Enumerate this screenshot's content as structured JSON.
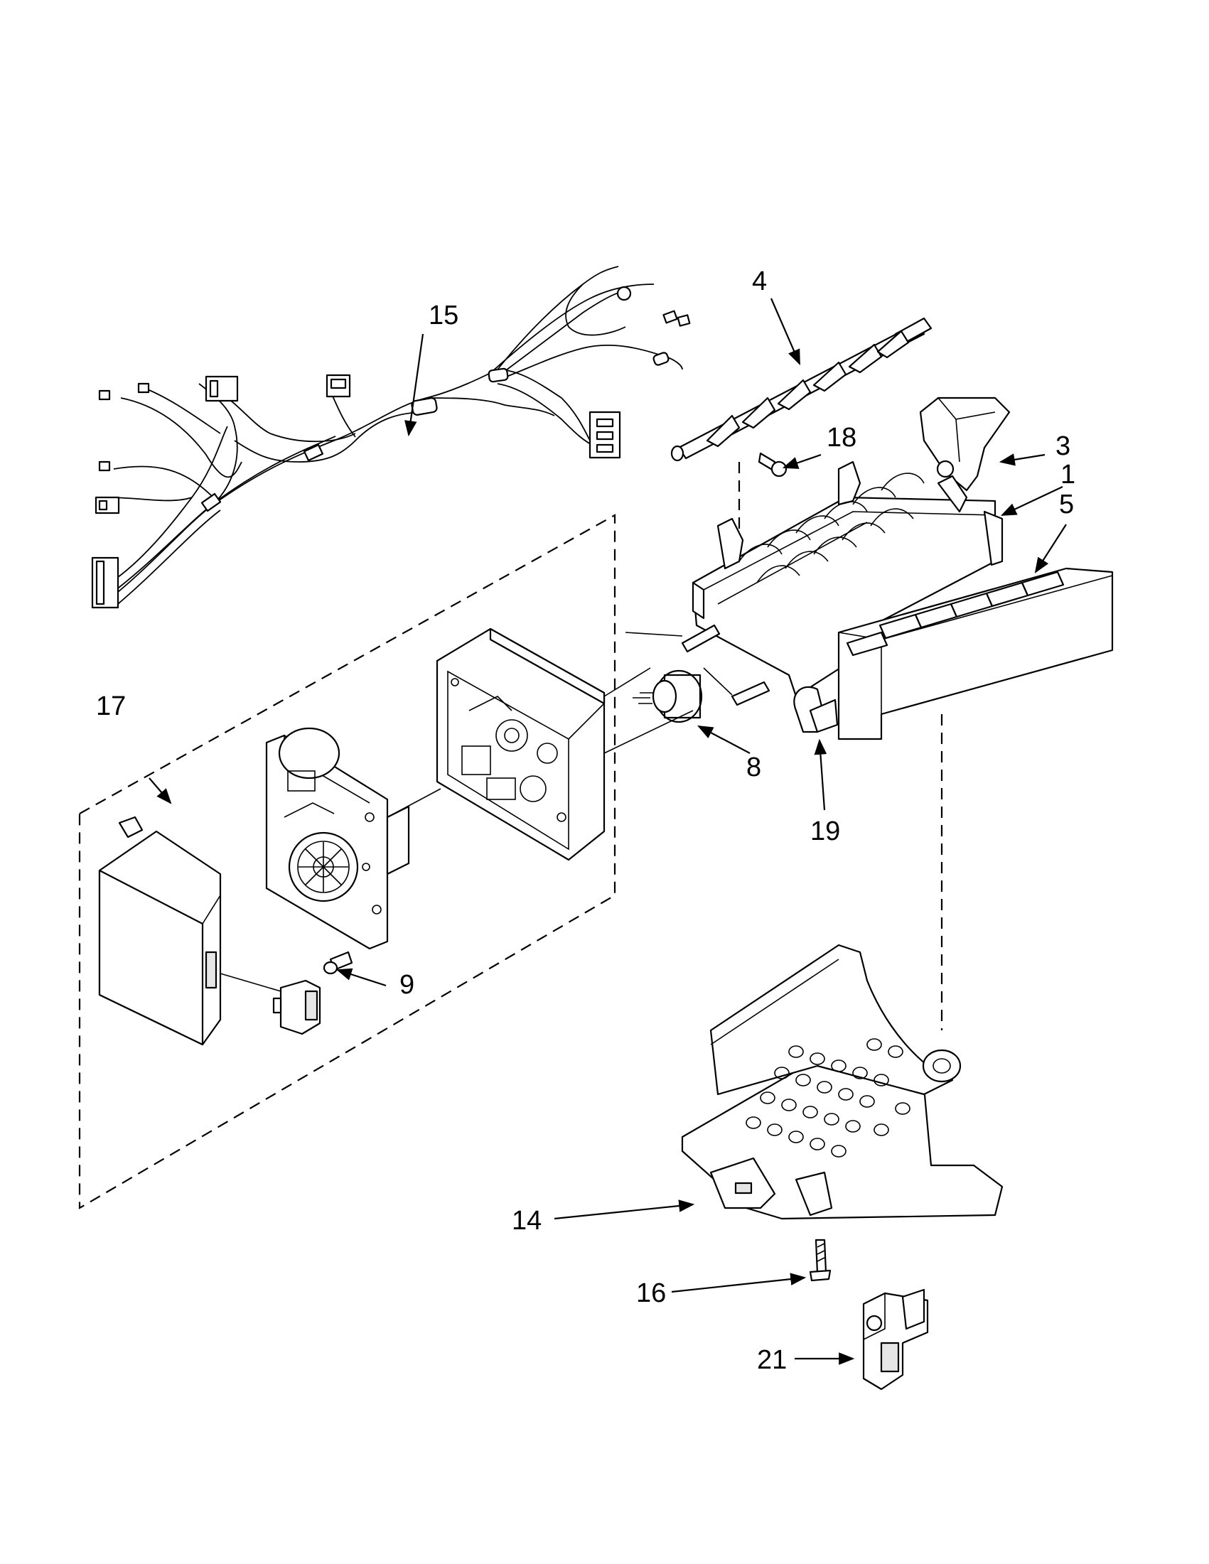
{
  "callouts": {
    "c1": "1",
    "c3": "3",
    "c4": "4",
    "c5": "5",
    "c8": "8",
    "c9": "9",
    "c14": "14",
    "c15": "15",
    "c16": "16",
    "c17": "17",
    "c18": "18",
    "c19": "19",
    "c21": "21"
  }
}
